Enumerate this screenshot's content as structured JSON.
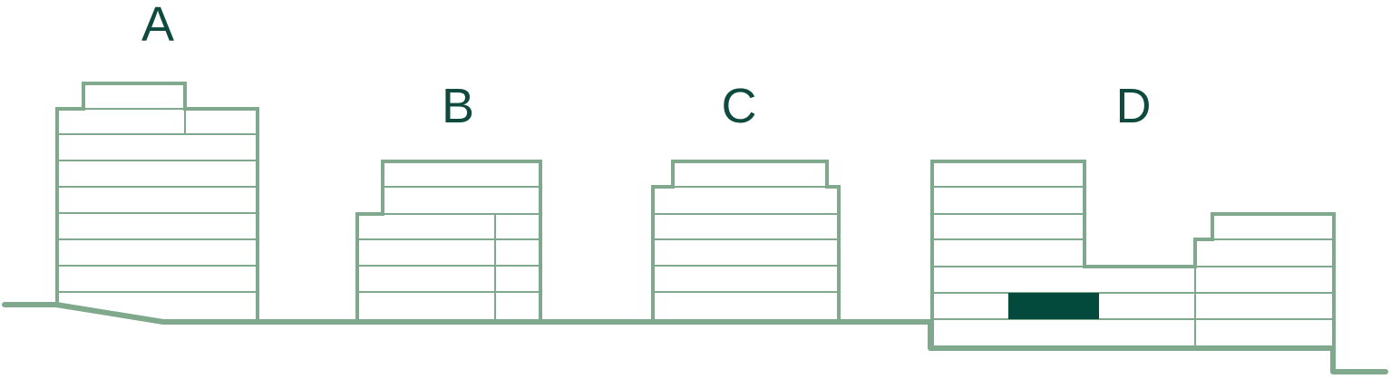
{
  "buildings": [
    {
      "id": "a",
      "label": "A"
    },
    {
      "id": "b",
      "label": "B"
    },
    {
      "id": "c",
      "label": "C"
    },
    {
      "id": "d",
      "label": "D"
    }
  ],
  "colors": {
    "outline": "#7fa88c",
    "label": "#0f4a3e",
    "highlight": "#034a3d"
  }
}
